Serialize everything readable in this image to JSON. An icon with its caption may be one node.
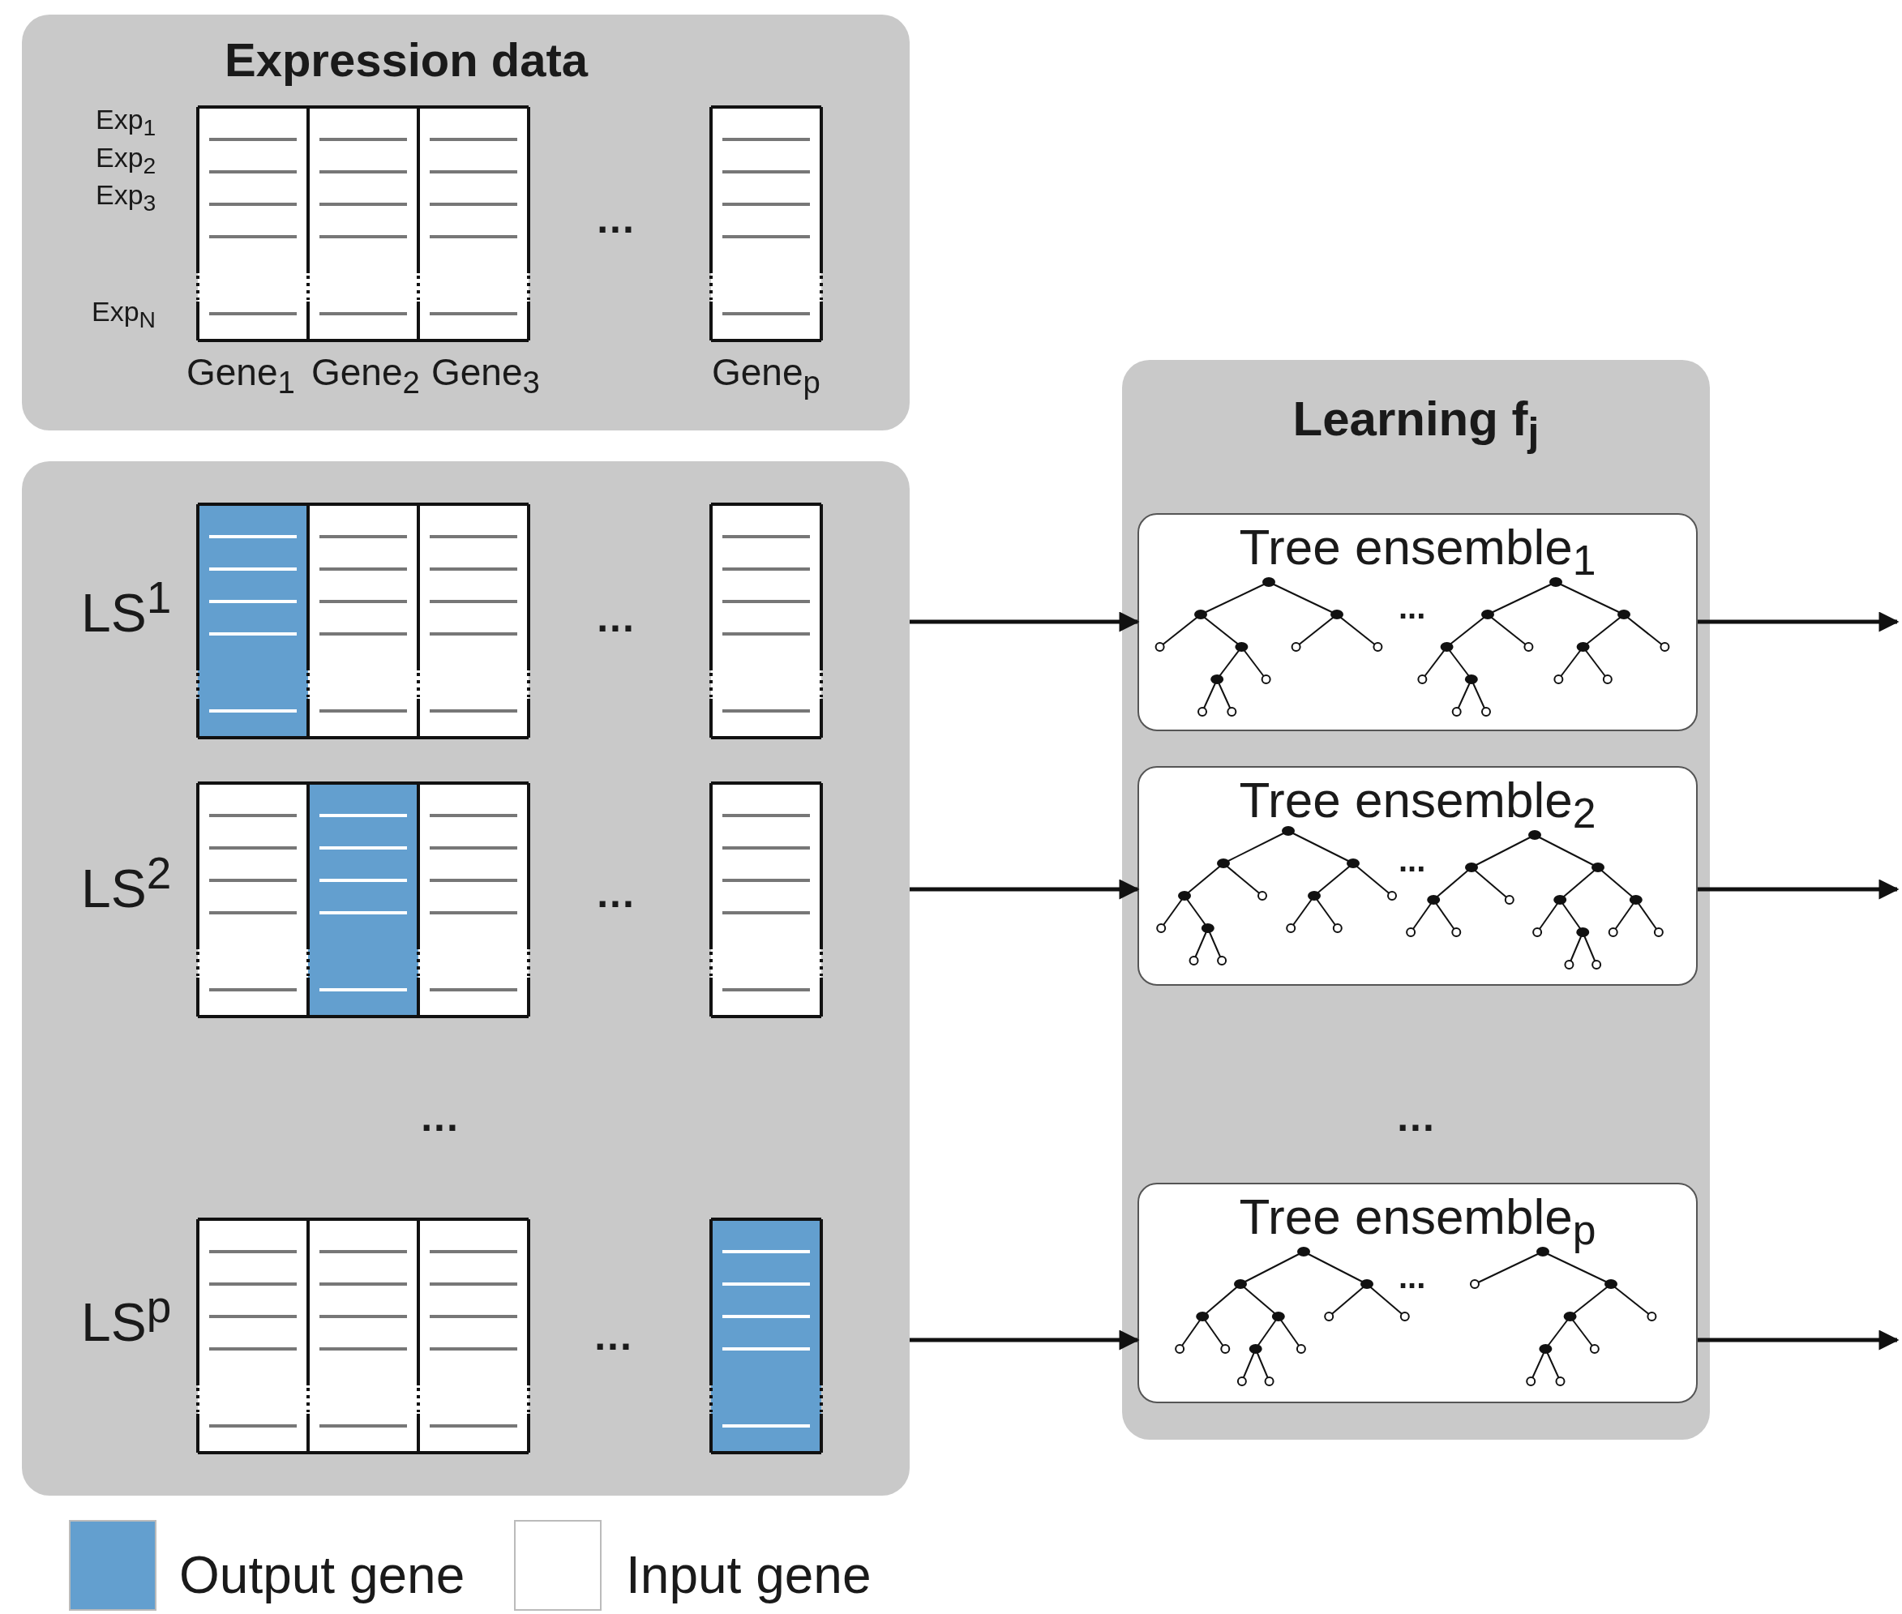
{
  "diagram": {
    "nodes": [
      {
        "text": [
          "Expression data"
        ]
      },
      {
        "text": [],
        "shape": "box"
      },
      {
        "text": [
          "Learning f$_{j}$"
        ]
      },
      {
        "text": [
          "Tree ensemble$_{1}$",
          "..."
        ],
        "in": 2
      },
      {
        "text": [
          "Tree ensemble$_{2}$",
          "..."
        ],
        "in": 2
      },
      {
        "text": [
          "Tree ensemble$_{p}$",
          "..."
        ],
        "in": 2
      }
    ],
    "edges": [
      {
        "from": 1,
        "to": 3,
        "arrow": "to"
      },
      {
        "from": 1,
        "to": 4,
        "arrow": "to"
      },
      {
        "from": 1,
        "to": 5,
        "arrow": "to"
      },
      {
        "from": 3,
        "to": null,
        "arrow": "to"
      },
      {
        "from": 4,
        "to": null,
        "arrow": "to"
      },
      {
        "from": 5,
        "to": null,
        "arrow": "to"
      }
    ],
    "labels": [
      "Exp$_{1}$",
      "Exp$_{2}$",
      "Exp$_{3}$",
      "...",
      "Exp$_{N}$",
      "Gene$_{1}$",
      "Gene$_{2}$",
      "Gene$_{3}$",
      "Gene$_{p}$",
      "LS$^{1}$",
      "...",
      "LS$^{2}$",
      "...",
      "...",
      "...",
      "LS$^{p}$",
      "..."
    ],
    "legend": [
      {
        "text": "Output gene",
        "color": "#639fcf"
      },
      {
        "text": "Input gene",
        "color": "#ffffff"
      }
    ]
  }
}
